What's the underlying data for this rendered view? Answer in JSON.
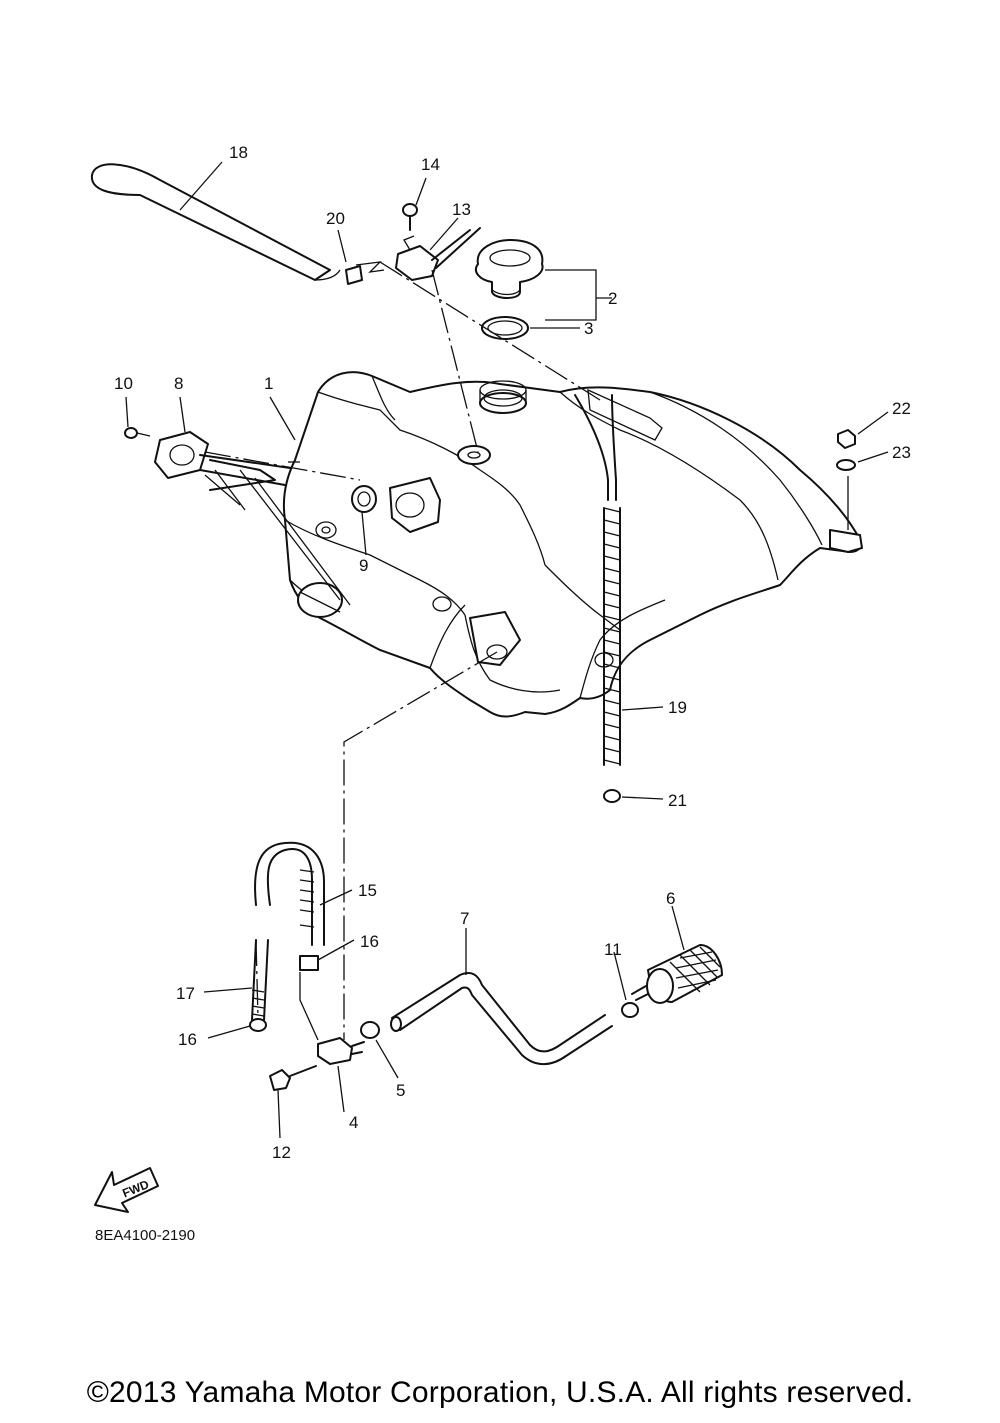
{
  "diagram": {
    "callouts": [
      "1",
      "2",
      "3",
      "4",
      "5",
      "6",
      "7",
      "8",
      "9",
      "10",
      "11",
      "12",
      "13",
      "14",
      "15",
      "16",
      "16",
      "17",
      "18",
      "19",
      "20",
      "21",
      "22",
      "23"
    ],
    "direction_label": "FWD",
    "drawing_code": "8EA4100-2190"
  },
  "footer": {
    "copyright": "©2013 Yamaha Motor Corporation, U.S.A. All rights reserved."
  }
}
